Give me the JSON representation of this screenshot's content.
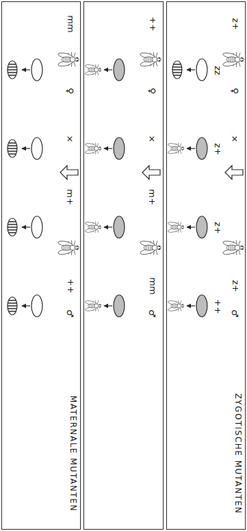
{
  "diagram": {
    "nodes": [
      {
        "text": [
          "mm",
          "♀",
          "×",
          "m+",
          "++",
          "♂",
          "MATERNALE MUTANTEN"
        ]
      },
      {
        "text": [
          "++",
          "♀",
          "×",
          "m+",
          "mm",
          "♂"
        ]
      },
      {
        "text": [
          "z+",
          "♀",
          "×",
          "z+",
          "♂",
          "ZYGOTISCHE MUTANTEN",
          "zz",
          "z+",
          "z+",
          "++"
        ]
      }
    ]
  }
}
